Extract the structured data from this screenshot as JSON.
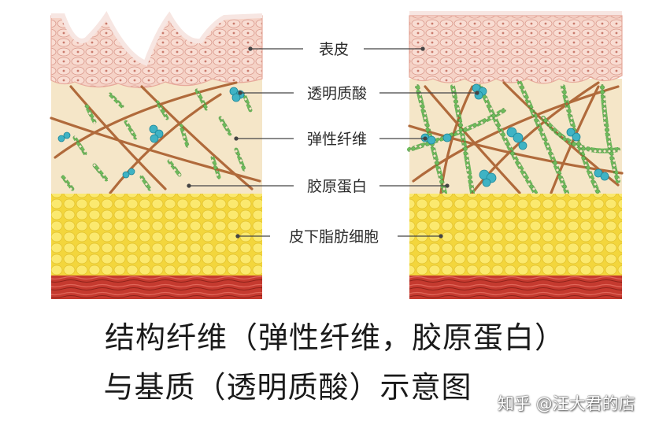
{
  "labels": {
    "epidermis": "表皮",
    "hyaluronic_acid": "透明质酸",
    "elastic_fiber": "弹性纤维",
    "collagen": "胶原蛋白",
    "subcutaneous_fat": "皮下脂肪细胞"
  },
  "caption": {
    "line1": "结构纤维（弹性纤维，胶原蛋白）",
    "line2": "与基质（透明质酸）示意图"
  },
  "watermark": "知乎 @汪大君的店",
  "colors": {
    "epidermis": "#f3c9bd",
    "dermis": "#f5e6c8",
    "fat": "#f7e24d",
    "muscle": "#c8372d",
    "collagen": "#b06a3b",
    "elastic": "#6dbb5a",
    "hyaluronic": "#3fb3c4"
  }
}
